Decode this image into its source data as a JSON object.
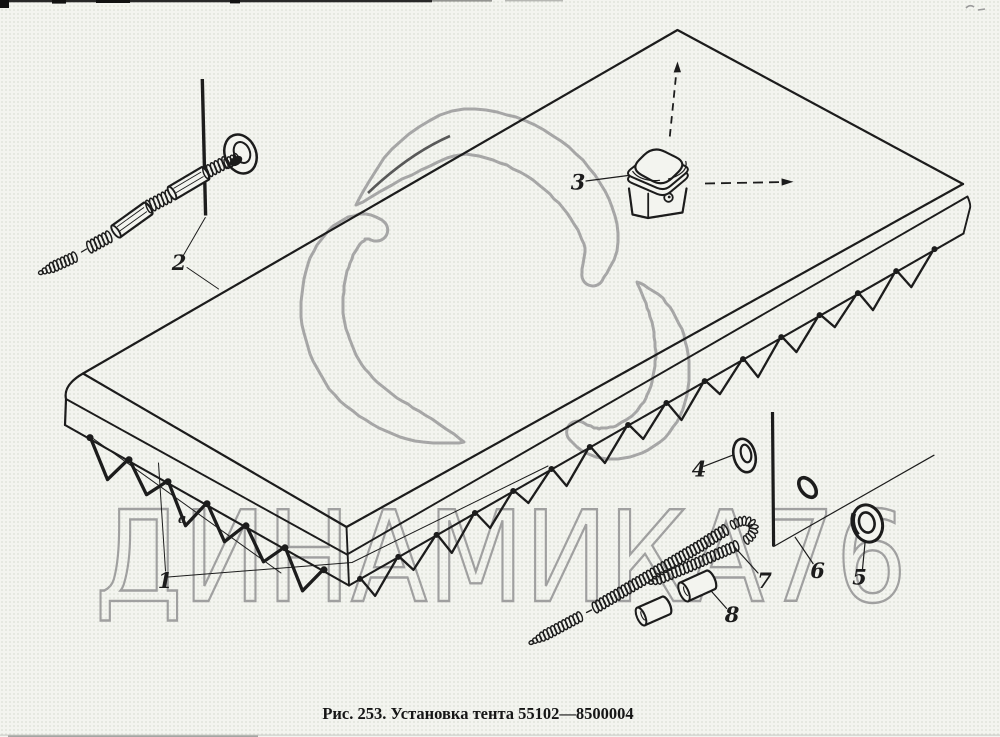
{
  "colors": {
    "paper": "#f3f4ef",
    "ink": "#1c1c1c",
    "watermark_gray": "#9c9c9c",
    "swirl_gray": "#a6a6a6"
  },
  "figure": {
    "caption": "Рис. 253. Установка тента 55102—8500004",
    "watermark": "ДИНАМИКА76",
    "detail_marker": "а",
    "callouts": [
      {
        "label": "1"
      },
      {
        "label": "2"
      },
      {
        "label": "3"
      },
      {
        "label": "4"
      },
      {
        "label": "5"
      },
      {
        "label": "6"
      },
      {
        "label": "7"
      },
      {
        "label": "8"
      }
    ]
  }
}
